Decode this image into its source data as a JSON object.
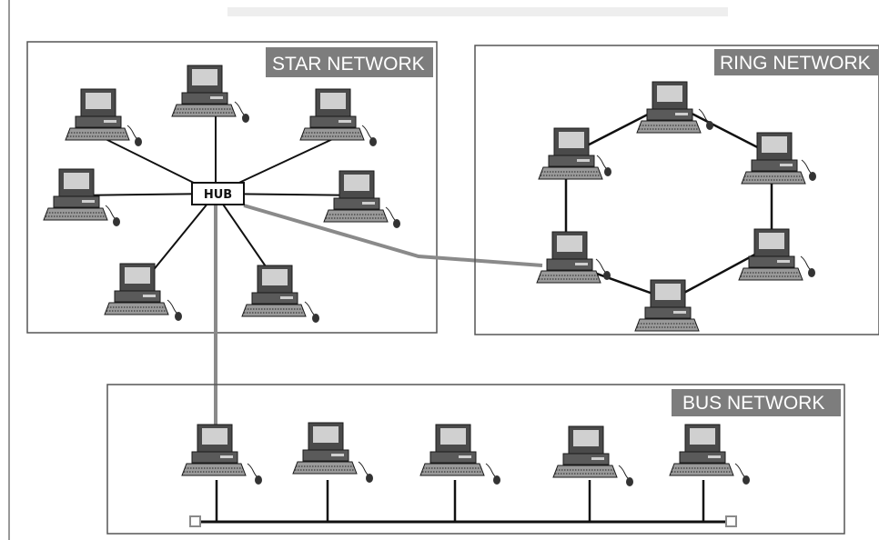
{
  "diagram": {
    "star": {
      "title": "STAR NETWORK",
      "hub_label": "HUB"
    },
    "ring": {
      "title": "RING NETWORK"
    },
    "bus": {
      "title": "BUS NETWORK"
    }
  },
  "colors": {
    "title_bg": "#7d7d7d",
    "title_text": "#ffffff",
    "link": "#111111",
    "trunk_link": "#8a8a8a",
    "box_border": "#555555",
    "monitor_screen": "#d0d0d0"
  },
  "icons": [
    "computer-icon",
    "mouse-icon",
    "hub-icon",
    "bus-terminator-icon"
  ]
}
